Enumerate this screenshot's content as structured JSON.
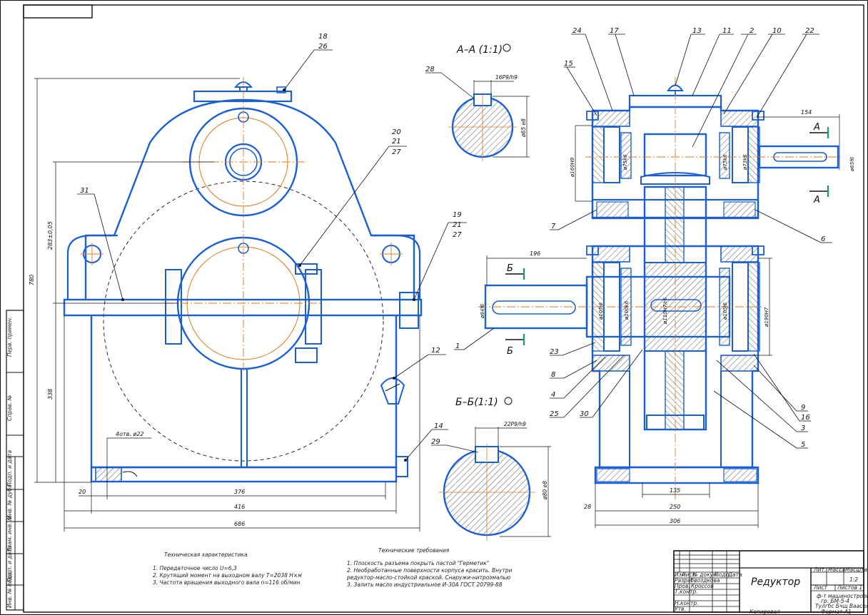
{
  "sheet": {
    "outline_color": "#1a5fd6",
    "centerline_color": "#e07a1a",
    "line_color": "#111111",
    "marker_color": "#1a9a6a"
  },
  "side_view": {
    "callouts": {
      "c18": "18",
      "c26": "26",
      "c20": "20",
      "c21": "21",
      "c27": "27",
      "c31": "31",
      "c19": "19",
      "c21b": "21",
      "c27b": "27",
      "c12": "12",
      "c14": "14"
    },
    "dims": {
      "d780": "780",
      "d283": "283±0,05",
      "d338": "338",
      "d376": "376",
      "d416": "416",
      "d686": "686",
      "d20": "20",
      "holes": "4отв. ø22"
    }
  },
  "section_aa": {
    "title": "А–А (1:1)",
    "callout": "28",
    "key_fit": "16P9/h9",
    "shaft_dia": "ø65 e8"
  },
  "section_bb": {
    "title": "Б–Б(1:1)",
    "callout": "29",
    "key_fit": "22P9/h9",
    "shaft_dia": "ø80 e8"
  },
  "plan_view": {
    "callouts": {
      "c24": "24",
      "c17": "17",
      "c13": "13",
      "c11": "11",
      "c2": "2",
      "c10": "10",
      "c22": "22",
      "c15": "15",
      "c7": "7",
      "c6": "6",
      "c1": "1",
      "c23": "23",
      "c8": "8",
      "c4": "4",
      "c25": "25",
      "c30": "30",
      "c9": "9",
      "c16": "16",
      "c3": "3",
      "c5": "5"
    },
    "cut_marks": {
      "a_top": "А",
      "a_bot": "А",
      "b_top": "Б",
      "b_bot": "Б"
    },
    "dims": {
      "d154": "154",
      "d196": "196",
      "d135": "135",
      "d250": "250",
      "d306": "306",
      "d28": "28",
      "fit_160": "ø160H9",
      "fit_75a": "ø75k6",
      "fit_75b": "ø75k6",
      "fit_73": "ø73k6",
      "fit_65": "ø65f6",
      "fit_84": "ø84f6",
      "fit_105": "ø105j6",
      "fit_100": "ø100k6",
      "fit_110": "ø110H7/r6",
      "fit_105b": "ø105j6",
      "fit_190": "ø190H7"
    }
  },
  "tech_char": {
    "title": "Техническая характеристика",
    "lines": [
      "1. Передаточное число U=6,3",
      "2. Крутящий момент  на выходном валу  Т=2038 Н×м",
      "3. Частота  вращения выходного вала n=116  об/мин"
    ]
  },
  "tech_req": {
    "title": "Технические требования",
    "lines": [
      "1. Плоскость  разъема покрыть пастой \"Герметик\"",
      "2. Необработанные поверхности корпуса красить. Внутри",
      "редуктор-масло-стойкой краской. Снаружи-нитроэмалью",
      "3. Залить масло   индустриальное И-30А ГОСТ 20799-88"
    ]
  },
  "title_block": {
    "name": "Редуктор",
    "scale": "1:2",
    "col_lit": "Лит.",
    "col_mass": "Масса",
    "col_scale": "Масштаб",
    "sheet": "Лист",
    "sheets": "Листов 1",
    "org_line1": "ф-т машиностроения",
    "org_line2": "гр. БМ-5-4",
    "org_line3": "Тулгбс Бчщ Вааселтр",
    "copied": "Копировал",
    "format": "Формат   А1",
    "rows": [
      "Изм.",
      "Лист",
      "№ докум.",
      "Подп.",
      "Дата"
    ],
    "roles": [
      "Разраб.",
      "Пров.",
      "Т.контр.",
      "",
      "Н.контр.",
      "Утв."
    ],
    "people": [
      "Гвоздкова",
      "Кроссов"
    ]
  },
  "side_strip": {
    "labels": [
      "Перв. примен.",
      "Справ. №",
      "Подп. и дата",
      "Инв. № дубл.",
      "Взам. инв. №",
      "Подп. и дата",
      "Инв. № подл."
    ]
  }
}
